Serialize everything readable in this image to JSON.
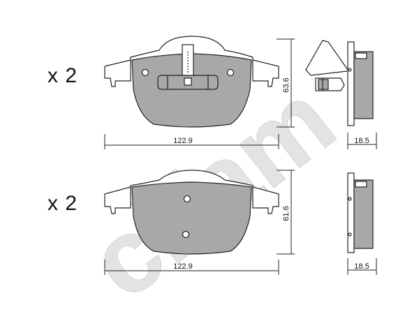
{
  "watermark": {
    "text": "cifam",
    "color": "#e3e3e3"
  },
  "colors": {
    "pad_fill": "#a8a8a8",
    "stroke": "#222222",
    "watermark": "#e3e3e3"
  },
  "top_pad": {
    "quantity": "x 2",
    "width_label": "122.9",
    "height_label": "63.6",
    "thickness_label": "18.5"
  },
  "bottom_pad": {
    "quantity": "x 2",
    "width_label": "122.9",
    "height_label": "61.6",
    "thickness_label": "18.5"
  }
}
